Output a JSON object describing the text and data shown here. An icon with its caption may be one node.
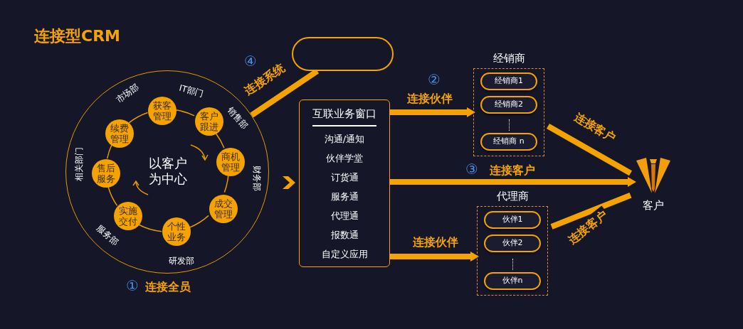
{
  "diagram": {
    "title": "连接型CRM",
    "nodes": [
      {
        "text": [
          "市场部",
          "IT部门",
          "销售部",
          "财务部",
          "研发部",
          "服务部",
          "相关部门"
        ]
      },
      {
        "text": [
          "以客户为中心"
        ],
        "in": 0
      },
      {
        "text": [
          "获客管理"
        ],
        "in": 0
      },
      {
        "text": [
          "客户跟进"
        ],
        "in": 0
      },
      {
        "text": [
          "商机管理"
        ],
        "in": 0
      },
      {
        "text": [
          "成交管理"
        ],
        "in": 0
      },
      {
        "text": [
          "个性业务"
        ],
        "in": 0
      },
      {
        "text": [
          "实施交付"
        ],
        "in": 0
      },
      {
        "text": [
          "售后服务"
        ],
        "in": 0
      },
      {
        "text": [
          "续费管理"
        ],
        "in": 0
      },
      {
        "text": [],
        "shape": "box"
      },
      {
        "text": [
          "互联业务窗口",
          "沟通/通知",
          "伙伴学堂",
          "订货通",
          "服务通",
          "代理通",
          "报数通",
          "自定义应用"
        ]
      },
      {
        "text": [
          "经销商"
        ]
      },
      {
        "text": [
          "经销商1"
        ],
        "in": 12
      },
      {
        "text": [
          "经销商2"
        ],
        "in": 12
      },
      {
        "text": [
          "经销商 n"
        ],
        "in": 12
      },
      {
        "text": [
          "代理商"
        ]
      },
      {
        "text": [
          "伙伴1"
        ],
        "in": 16
      },
      {
        "text": [
          "伙伴2"
        ],
        "in": 16
      },
      {
        "text": [
          "伙伴n"
        ],
        "in": 16
      },
      {
        "text": [
          "客户"
        ]
      }
    ],
    "edges": [
      {
        "from": 2,
        "to": 3,
        "arrow": "none"
      },
      {
        "from": 3,
        "to": 4,
        "arrow": "none"
      },
      {
        "from": 4,
        "to": 5,
        "arrow": "none"
      },
      {
        "from": 5,
        "to": 6,
        "arrow": "none"
      },
      {
        "from": 6,
        "to": 7,
        "arrow": "none"
      },
      {
        "from": 7,
        "to": 8,
        "arrow": "none"
      },
      {
        "from": 8,
        "to": 9,
        "arrow": "none"
      },
      {
        "from": 9,
        "to": 2,
        "arrow": "none"
      },
      {
        "from": 0,
        "to": 10,
        "arrow": "none",
        "label": "连接系统",
        "style": "thick"
      },
      {
        "from": 0,
        "to": 11,
        "arrow": "to"
      },
      {
        "from": 11,
        "to": 12,
        "arrow": "to",
        "label": "连接伙伴",
        "style": "thick"
      },
      {
        "from": 11,
        "to": 20,
        "arrow": "to",
        "label": "连接客户",
        "style": "thick"
      },
      {
        "from": 11,
        "to": 16,
        "arrow": "to",
        "label": "连接伙伴",
        "style": "thick"
      },
      {
        "from": 12,
        "to": 20,
        "arrow": "none",
        "label": "连接客户",
        "style": "thick"
      },
      {
        "from": 16,
        "to": 20,
        "arrow": "none",
        "label": "连接客户",
        "style": "thick"
      }
    ],
    "labels": [
      "④",
      "②",
      "③",
      "①",
      "连接全员"
    ]
  }
}
